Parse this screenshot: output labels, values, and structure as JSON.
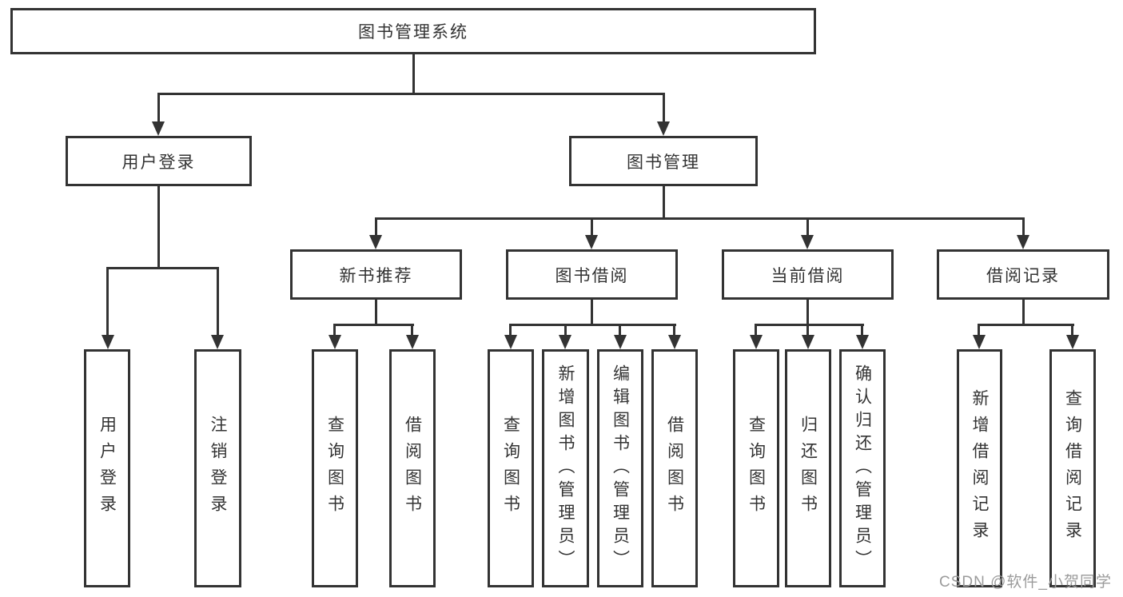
{
  "diagram": {
    "type": "hierarchy-tree",
    "root": {
      "label": "图书管理系统",
      "children": [
        {
          "label": "用户登录",
          "children": [
            {
              "label": "用户登录"
            },
            {
              "label": "注销登录"
            }
          ]
        },
        {
          "label": "图书管理",
          "children": [
            {
              "label": "新书推荐",
              "children": [
                {
                  "label": "查询图书"
                },
                {
                  "label": "借阅图书"
                }
              ]
            },
            {
              "label": "图书借阅",
              "children": [
                {
                  "label": "查询图书"
                },
                {
                  "label": "新增图书（管理员）"
                },
                {
                  "label": "编辑图书（管理员）"
                },
                {
                  "label": "借阅图书"
                }
              ]
            },
            {
              "label": "当前借阅",
              "children": [
                {
                  "label": "查询图书"
                },
                {
                  "label": "归还图书"
                },
                {
                  "label": "确认归还（管理员）"
                }
              ]
            },
            {
              "label": "借阅记录",
              "children": [
                {
                  "label": "新增借阅记录"
                },
                {
                  "label": "查询借阅记录"
                }
              ]
            }
          ]
        }
      ]
    },
    "watermark": "CSDN @软件_小贺同学",
    "colors": {
      "line": "#333333",
      "text": "#333333",
      "background": "#ffffff",
      "watermark": "#9b9b9b"
    }
  }
}
